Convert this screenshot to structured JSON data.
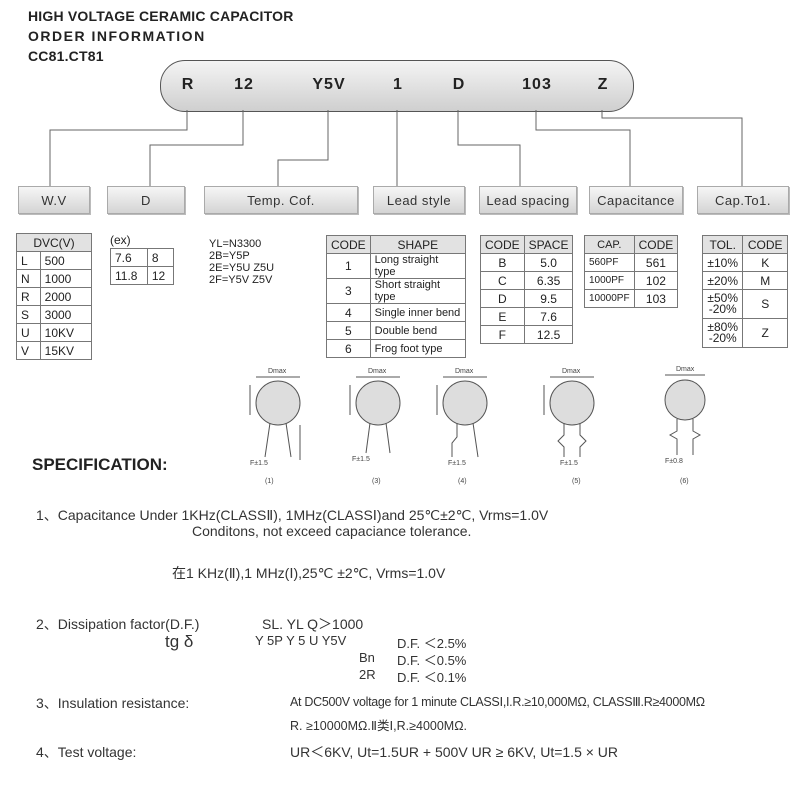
{
  "header": {
    "line1": "HIGH VOLTAGE CERAMIC CAPACITOR",
    "line2": "ORDER INFORMATION",
    "line3": "CC81.CT81"
  },
  "code": [
    "R",
    "12",
    "Y5V",
    "1",
    "D",
    "103",
    "Z"
  ],
  "labels": [
    "W.V",
    "D",
    "Temp. Cof.",
    "Lead style",
    "Lead spacing",
    "Capacitance",
    "Cap.To1."
  ],
  "dvc": {
    "header": "DVC(V)",
    "rows": [
      [
        "L",
        "500"
      ],
      [
        "N",
        "1000"
      ],
      [
        "R",
        "2000"
      ],
      [
        "S",
        "3000"
      ],
      [
        "U",
        "10KV"
      ],
      [
        "V",
        "15KV"
      ]
    ]
  },
  "dia": {
    "ex": "(ex)",
    "rows": [
      [
        "7.6",
        "8"
      ],
      [
        "11.8",
        "12"
      ]
    ]
  },
  "temp": {
    "lines": [
      "YL=N3300",
      "2B=Y5P",
      "2E=Y5U  Z5U",
      "2F=Y5V  Z5V"
    ]
  },
  "lead_style": {
    "h1": "CODE",
    "h2": "SHAPE",
    "rows": [
      [
        "1",
        "Long straight type"
      ],
      [
        "3",
        "Short straight type"
      ],
      [
        "4",
        "Single inner bend"
      ],
      [
        "5",
        "Double bend"
      ],
      [
        "6",
        "Frog foot type"
      ]
    ]
  },
  "lead_spacing": {
    "h1": "CODE",
    "h2": "SPACE",
    "rows": [
      [
        "B",
        "5.0"
      ],
      [
        "C",
        "6.35"
      ],
      [
        "D",
        "9.5"
      ],
      [
        "E",
        "7.6"
      ],
      [
        "F",
        "12.5"
      ]
    ]
  },
  "capacitance": {
    "h1": "CAP.",
    "h2": "CODE",
    "rows": [
      [
        "560PF",
        "561"
      ],
      [
        "1000PF",
        "102"
      ],
      [
        "10000PF",
        "103"
      ]
    ]
  },
  "tolerance": {
    "h1": "TOL.",
    "h2": "CODE",
    "rows": [
      [
        "±10%",
        "K"
      ],
      [
        "±20%",
        "M"
      ],
      [
        "±50%\n-20%",
        "S"
      ],
      [
        "±80%\n-20%",
        "Z"
      ]
    ]
  },
  "diagrams": {
    "dmax": "Dmax",
    "labels": [
      "(1)",
      "(3)",
      "(4)",
      "(5)",
      "(6)"
    ],
    "f1": "F±1.5",
    "f2": "F±0.8"
  },
  "spec": {
    "title": "SPECIFICATION:",
    "l1a": "1、Capacitance   Under   1KHz(CLASSⅡ),  1MHz(CLASSⅠ)and  25℃±2℃,   Vrms=1.0V",
    "l1b": "Conditons,    not    exceed  capaciance    tolerance.",
    "l1c": "在1 KHz(Ⅱ),1 MHz(Ⅰ),25℃ ±2℃,    Vrms=1.0V",
    "l2a": "2、Dissipation  factor(D.F.)",
    "l2b": "SL.  YL Q＞1000",
    "l2c": "tg δ",
    "l2d": "Y 5P    Y 5 U   Y5V",
    "l2e": "D.F.  ＜2.5%",
    "l2f": "Bn",
    "l2g": "D.F.  ＜0.5%",
    "l2h": "2R",
    "l2i": "D.F.  ＜0.1%",
    "l3a": "3、Insulation  resistance:",
    "l3b": "At DC500V voltage for 1 minute CLASSⅠ,I.R.≥10,000MΩ,  CLASSⅢ.R≥4000MΩ",
    "l3c": "R. ≥10000MΩ.Ⅱ类Ⅰ,R.≥4000MΩ.",
    "l4a": "4、Test    voltage:",
    "l4b": "UR＜6KV,   Ut=1.5UR + 500V   UR ≥ 6KV,  Ut=1.5 ×  UR"
  }
}
